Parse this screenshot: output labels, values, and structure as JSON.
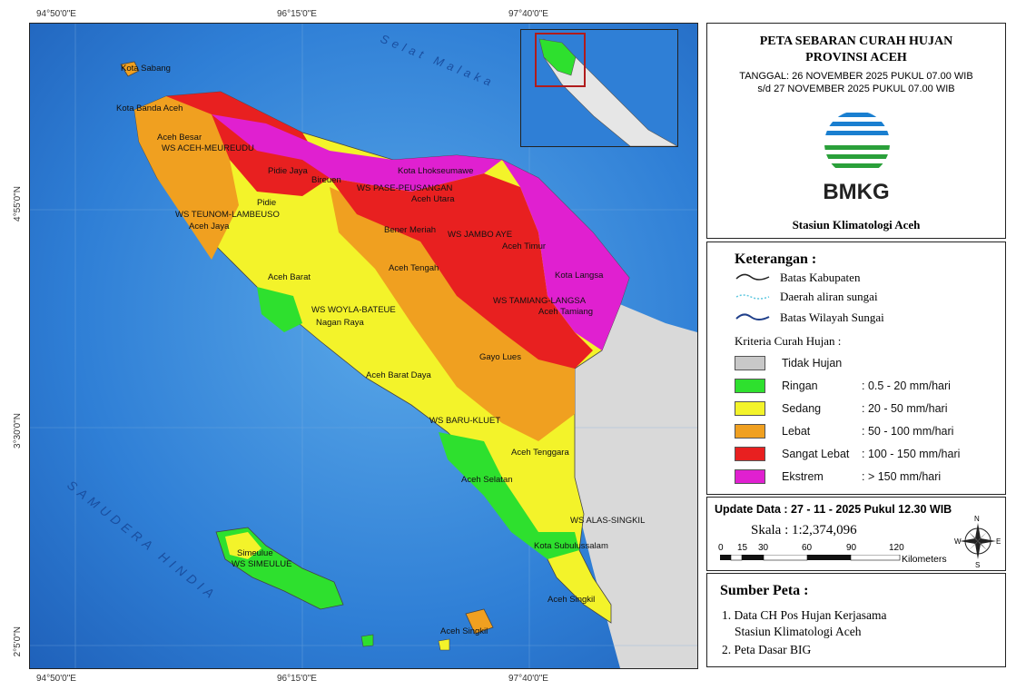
{
  "coords": {
    "lon_labels": [
      "94°50'0\"E",
      "96°15'0\"E",
      "97°40'0\"E"
    ],
    "lat_labels": [
      "4°55'0\"N",
      "3°30'0\"N",
      "2°5'0\"N"
    ]
  },
  "seas": {
    "strait": "Selat Malaka",
    "ocean": "SAMUDERA HINDIA"
  },
  "places": [
    "Kota Sabang",
    "Kota Banda Aceh",
    "Aceh Besar",
    "WS ACEH-MEUREUDU",
    "Pidie Jaya",
    "Bireuen",
    "Kota Lhokseumawe",
    "WS PASE-PEUSANGAN",
    "Aceh Utara",
    "Pidie",
    "WS TEUNOM-LAMBEUSO",
    "Aceh Jaya",
    "Bener Meriah",
    "WS JAMBO AYE",
    "Aceh Timur",
    "Aceh Tengah",
    "Kota Langsa",
    "Aceh Barat",
    "WS TAMIANG-LANGSA",
    "Aceh Tamiang",
    "WS WOYLA-BATEUE",
    "Nagan Raya",
    "Gayo Lues",
    "Aceh Barat Daya",
    "WS BARU-KLUET",
    "Aceh Tenggara",
    "Aceh Selatan",
    "WS ALAS-SINGKIL",
    "Kota Subulussalam",
    "Simeulue",
    "WS SIMEULUE",
    "Aceh Singkil",
    "Aceh Singkil"
  ],
  "title": {
    "line1": "PETA SEBARAN CURAH HUJAN",
    "line2": "PROVINSI ACEH",
    "date1": "TANGGAL: 26 NOVEMBER 2025 PUKUL 07.00 WIB",
    "date2": "s/d 27 NOVEMBER 2025 PUKUL 07.00 WIB",
    "logo_text": "BMKG",
    "station": "Stasiun Klimatologi Aceh"
  },
  "legend": {
    "heading": "Keterangan :",
    "lines": [
      {
        "label": "Batas Kabupaten",
        "color": "#222222"
      },
      {
        "label": "Daerah aliran sungai",
        "color": "#5fc8e0"
      },
      {
        "label": "Batas Wilayah Sungai",
        "color": "#1f3f8a"
      }
    ],
    "criteria_title": "Kriteria Curah Hujan :",
    "classes": [
      {
        "label": "Tidak Hujan",
        "range": "",
        "color": "#c8c8c8"
      },
      {
        "label": "Ringan",
        "range": ": 0.5 - 20 mm/hari",
        "color": "#2ee02e"
      },
      {
        "label": "Sedang",
        "range": ": 20 - 50 mm/hari",
        "color": "#f3f32a"
      },
      {
        "label": "Lebat",
        "range": ": 50 - 100 mm/hari",
        "color": "#f0a020"
      },
      {
        "label": "Sangat Lebat",
        "range": ": 100 - 150 mm/hari",
        "color": "#e82020"
      },
      {
        "label": "Ekstrem",
        "range": ": > 150 mm/hari",
        "color": "#e020d0"
      }
    ]
  },
  "update": "Update Data : 27 - 11 - 2025 Pukul 12.30 WIB",
  "scale": {
    "text": "Skala : 1:2,374,096",
    "ticks": [
      "0",
      "15",
      "30",
      "60",
      "90",
      "120"
    ],
    "unit": "Kilometers"
  },
  "compass": {
    "n": "N",
    "s": "S",
    "e": "E",
    "w": "W"
  },
  "sources": {
    "heading": "Sumber Peta :",
    "item1a": "1. Data CH Pos Hujan Kerjasama",
    "item1b": "Stasiun Klimatologi Aceh",
    "item2": "2. Peta Dasar BIG"
  }
}
